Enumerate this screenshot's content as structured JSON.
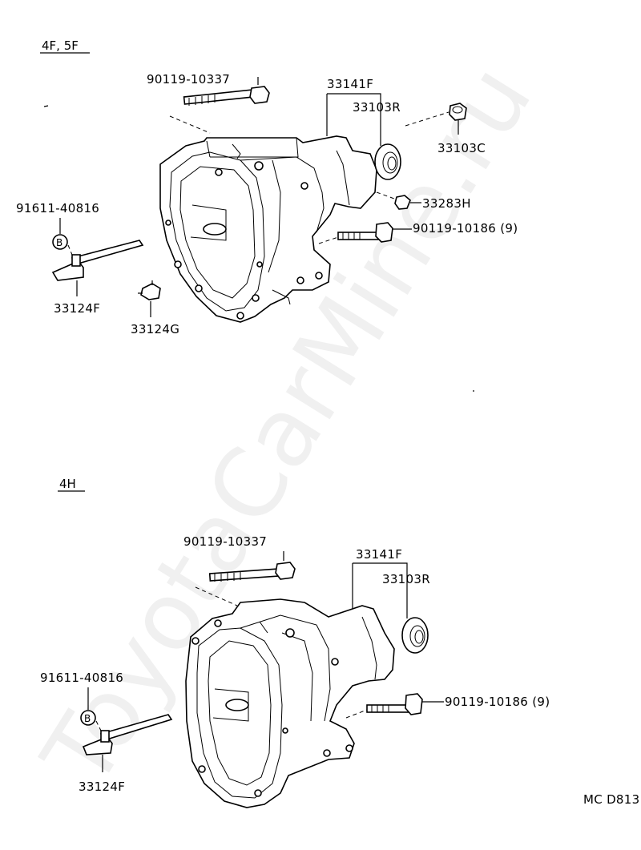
{
  "watermark": "ToyotaCarMine.ru",
  "diagram_code": "MC D813",
  "sections": [
    {
      "title": "4F, 5F",
      "labels": {
        "bolt_long": "90119-10337",
        "case": "33141F",
        "seal": "33103R",
        "plug": "33103C",
        "breather": "33283H",
        "bolt_side": "90119-10186 (9)",
        "clip": "91611-40816",
        "b_mark": "B",
        "tube": "33124F",
        "bracket": "33124G"
      }
    },
    {
      "title": "4H",
      "labels": {
        "bolt_long": "90119-10337",
        "case": "33141F",
        "seal": "33103R",
        "bolt_side": "90119-10186 (9)",
        "clip": "91611-40816",
        "b_mark": "B",
        "tube": "33124F"
      }
    }
  ]
}
